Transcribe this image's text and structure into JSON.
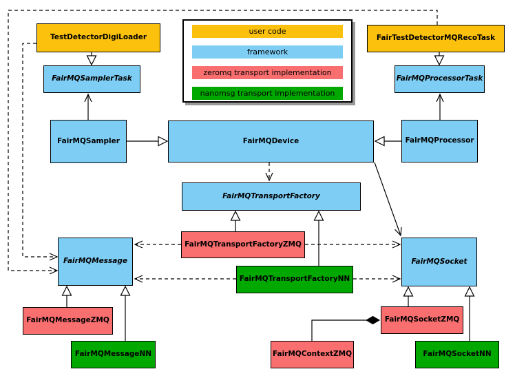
{
  "legend": {
    "items": [
      {
        "label": "user code",
        "color": "#FBC10D"
      },
      {
        "label": "framework",
        "color": "#7ECDF4"
      },
      {
        "label": "zeromq transport implementation",
        "color": "#F96E6E"
      },
      {
        "label": "nanomsg transport implementation",
        "color": "#00A800"
      }
    ]
  },
  "nodes": {
    "digiLoader": {
      "label": "TestDetectorDigiLoader",
      "category": "user code",
      "abstract": false
    },
    "samplerTask": {
      "label": "FairMQSamplerTask",
      "category": "framework",
      "abstract": true
    },
    "sampler": {
      "label": "FairMQSampler",
      "category": "framework",
      "abstract": false
    },
    "recoTask": {
      "label": "FairTestDetectorMQRecoTask",
      "category": "user code",
      "abstract": false
    },
    "processorTask": {
      "label": "FairMQProcessorTask",
      "category": "framework",
      "abstract": true
    },
    "processor": {
      "label": "FairMQProcessor",
      "category": "framework",
      "abstract": false
    },
    "device": {
      "label": "FairMQDevice",
      "category": "framework",
      "abstract": false
    },
    "transportFactory": {
      "label": "FairMQTransportFactory",
      "category": "framework",
      "abstract": true
    },
    "transportFactoryZMQ": {
      "label": "FairMQTransportFactoryZMQ",
      "category": "zeromq",
      "abstract": false
    },
    "transportFactoryNN": {
      "label": "FairMQTransportFactoryNN",
      "category": "nanomsg",
      "abstract": false
    },
    "message": {
      "label": "FairMQMessage",
      "category": "framework",
      "abstract": true
    },
    "messageZMQ": {
      "label": "FairMQMessageZMQ",
      "category": "zeromq",
      "abstract": false
    },
    "messageNN": {
      "label": "FairMQMessageNN",
      "category": "nanomsg",
      "abstract": false
    },
    "socket": {
      "label": "FairMQSocket",
      "category": "framework",
      "abstract": true
    },
    "socketZMQ": {
      "label": "FairMQSocketZMQ",
      "category": "zeromq",
      "abstract": false
    },
    "socketNN": {
      "label": "FairMQSocketNN",
      "category": "nanomsg",
      "abstract": false
    },
    "contextZMQ": {
      "label": "FairMQContextZMQ",
      "category": "zeromq",
      "abstract": false
    }
  },
  "edges": [
    {
      "from": "TestDetectorDigiLoader",
      "to": "FairMQSamplerTask",
      "type": "inheritance",
      "style": "solid"
    },
    {
      "from": "FairMQSampler",
      "to": "FairMQSamplerTask",
      "type": "association",
      "style": "solid"
    },
    {
      "from": "FairTestDetectorMQRecoTask",
      "to": "FairMQProcessorTask",
      "type": "inheritance",
      "style": "solid"
    },
    {
      "from": "FairMQProcessor",
      "to": "FairMQProcessorTask",
      "type": "association",
      "style": "solid"
    },
    {
      "from": "FairMQSampler",
      "to": "FairMQDevice",
      "type": "inheritance",
      "style": "solid"
    },
    {
      "from": "FairMQProcessor",
      "to": "FairMQDevice",
      "type": "inheritance",
      "style": "solid"
    },
    {
      "from": "FairMQDevice",
      "to": "FairMQTransportFactory",
      "type": "dependency",
      "style": "dashed"
    },
    {
      "from": "FairMQDevice",
      "to": "FairMQSocket",
      "type": "association",
      "style": "solid"
    },
    {
      "from": "FairMQTransportFactoryZMQ",
      "to": "FairMQTransportFactory",
      "type": "inheritance",
      "style": "solid"
    },
    {
      "from": "FairMQTransportFactoryNN",
      "to": "FairMQTransportFactory",
      "type": "inheritance",
      "style": "solid"
    },
    {
      "from": "FairMQTransportFactoryZMQ",
      "to": "FairMQMessage",
      "type": "dependency",
      "style": "dashed"
    },
    {
      "from": "FairMQTransportFactoryZMQ",
      "to": "FairMQSocket",
      "type": "dependency",
      "style": "dashed"
    },
    {
      "from": "FairMQTransportFactoryNN",
      "to": "FairMQMessage",
      "type": "dependency",
      "style": "dashed"
    },
    {
      "from": "FairMQTransportFactoryNN",
      "to": "FairMQSocket",
      "type": "dependency",
      "style": "dashed"
    },
    {
      "from": "TestDetectorDigiLoader",
      "to": "FairMQMessage",
      "type": "dependency",
      "style": "dashed"
    },
    {
      "from": "FairTestDetectorMQRecoTask",
      "to": "FairMQMessage",
      "type": "dependency",
      "style": "dashed"
    },
    {
      "from": "FairMQMessageZMQ",
      "to": "FairMQMessage",
      "type": "inheritance",
      "style": "solid"
    },
    {
      "from": "FairMQMessageNN",
      "to": "FairMQMessage",
      "type": "inheritance",
      "style": "solid"
    },
    {
      "from": "FairMQSocketZMQ",
      "to": "FairMQSocket",
      "type": "inheritance",
      "style": "solid"
    },
    {
      "from": "FairMQSocketNN",
      "to": "FairMQSocket",
      "type": "inheritance",
      "style": "solid"
    },
    {
      "from": "FairMQContextZMQ",
      "to": "FairMQSocketZMQ",
      "type": "composition",
      "style": "solid"
    }
  ]
}
